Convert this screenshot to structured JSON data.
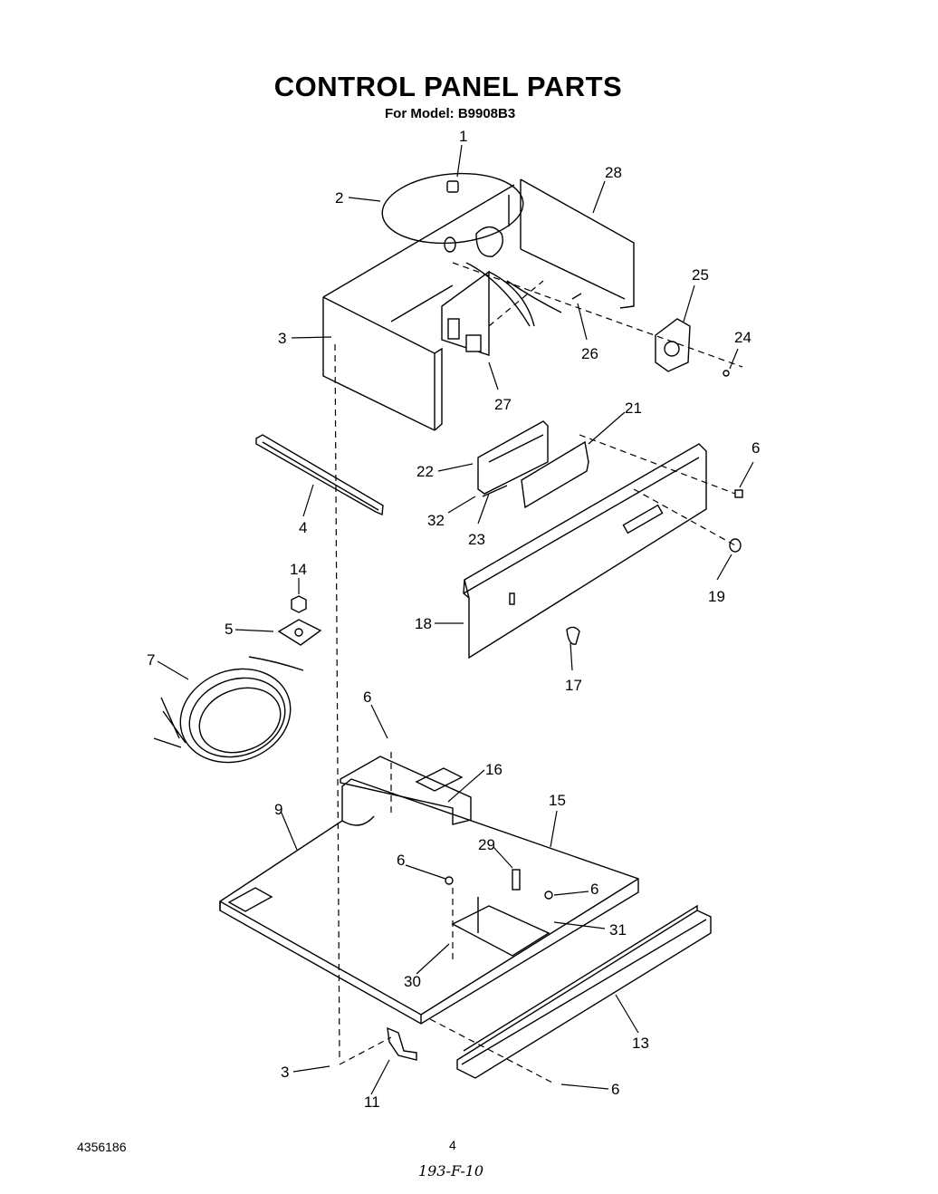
{
  "title": "CONTROL PANEL PARTS",
  "subtitle": "For Model: B9908B3",
  "footer": {
    "document_number": "4356186",
    "page_number": "4",
    "handwritten_note": "193-F-10"
  },
  "callouts": [
    {
      "id": "c1",
      "label": "1"
    },
    {
      "id": "c2",
      "label": "2"
    },
    {
      "id": "c28",
      "label": "28"
    },
    {
      "id": "c3a",
      "label": "3"
    },
    {
      "id": "c25",
      "label": "25"
    },
    {
      "id": "c24",
      "label": "24"
    },
    {
      "id": "c26",
      "label": "26"
    },
    {
      "id": "c27",
      "label": "27"
    },
    {
      "id": "c21",
      "label": "21"
    },
    {
      "id": "c22",
      "label": "22"
    },
    {
      "id": "c6a",
      "label": "6"
    },
    {
      "id": "c32",
      "label": "32"
    },
    {
      "id": "c23",
      "label": "23"
    },
    {
      "id": "c4",
      "label": "4"
    },
    {
      "id": "c19",
      "label": "19"
    },
    {
      "id": "c14",
      "label": "14"
    },
    {
      "id": "c18",
      "label": "18"
    },
    {
      "id": "c5",
      "label": "5"
    },
    {
      "id": "c17",
      "label": "17"
    },
    {
      "id": "c7",
      "label": "7"
    },
    {
      "id": "c6b",
      "label": "6"
    },
    {
      "id": "c16",
      "label": "16"
    },
    {
      "id": "c15",
      "label": "15"
    },
    {
      "id": "c9",
      "label": "9"
    },
    {
      "id": "c29",
      "label": "29"
    },
    {
      "id": "c6c",
      "label": "6"
    },
    {
      "id": "c6d",
      "label": "6"
    },
    {
      "id": "c31",
      "label": "31"
    },
    {
      "id": "c30",
      "label": "30"
    },
    {
      "id": "c13",
      "label": "13"
    },
    {
      "id": "c3b",
      "label": "3"
    },
    {
      "id": "c6e",
      "label": "6"
    },
    {
      "id": "c11",
      "label": "11"
    }
  ]
}
